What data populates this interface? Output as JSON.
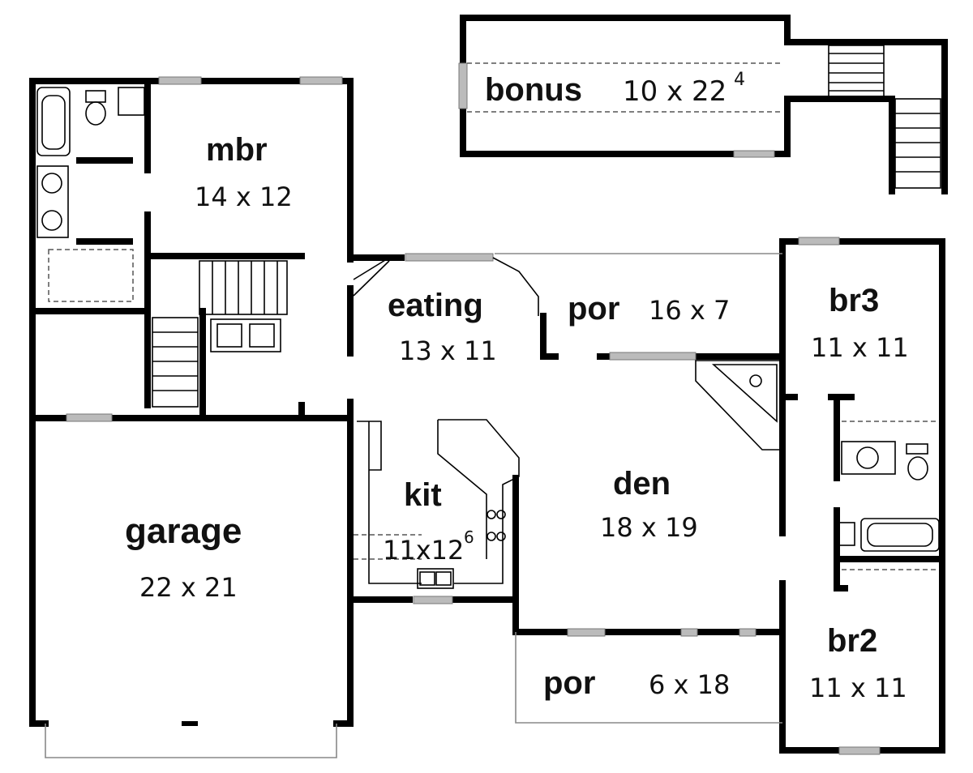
{
  "rooms": {
    "bonus": {
      "name": "bonus",
      "dim": "10 x 22",
      "dim_sup": "4"
    },
    "mbr": {
      "name": "mbr",
      "dim": "14 x 12"
    },
    "eating": {
      "name": "eating",
      "dim": "13 x 11"
    },
    "por_top": {
      "name": "por",
      "dim": "16 x 7"
    },
    "br3": {
      "name": "br3",
      "dim": "11 x 11"
    },
    "kit": {
      "name": "kit",
      "dim": "11x12",
      "dim_sup": "6"
    },
    "den": {
      "name": "den",
      "dim": "18 x 19"
    },
    "garage": {
      "name": "garage",
      "dim": "22 x 21"
    },
    "por_bottom": {
      "name": "por",
      "dim": "6 x 18"
    },
    "br2": {
      "name": "br2",
      "dim": "11 x 11"
    }
  }
}
